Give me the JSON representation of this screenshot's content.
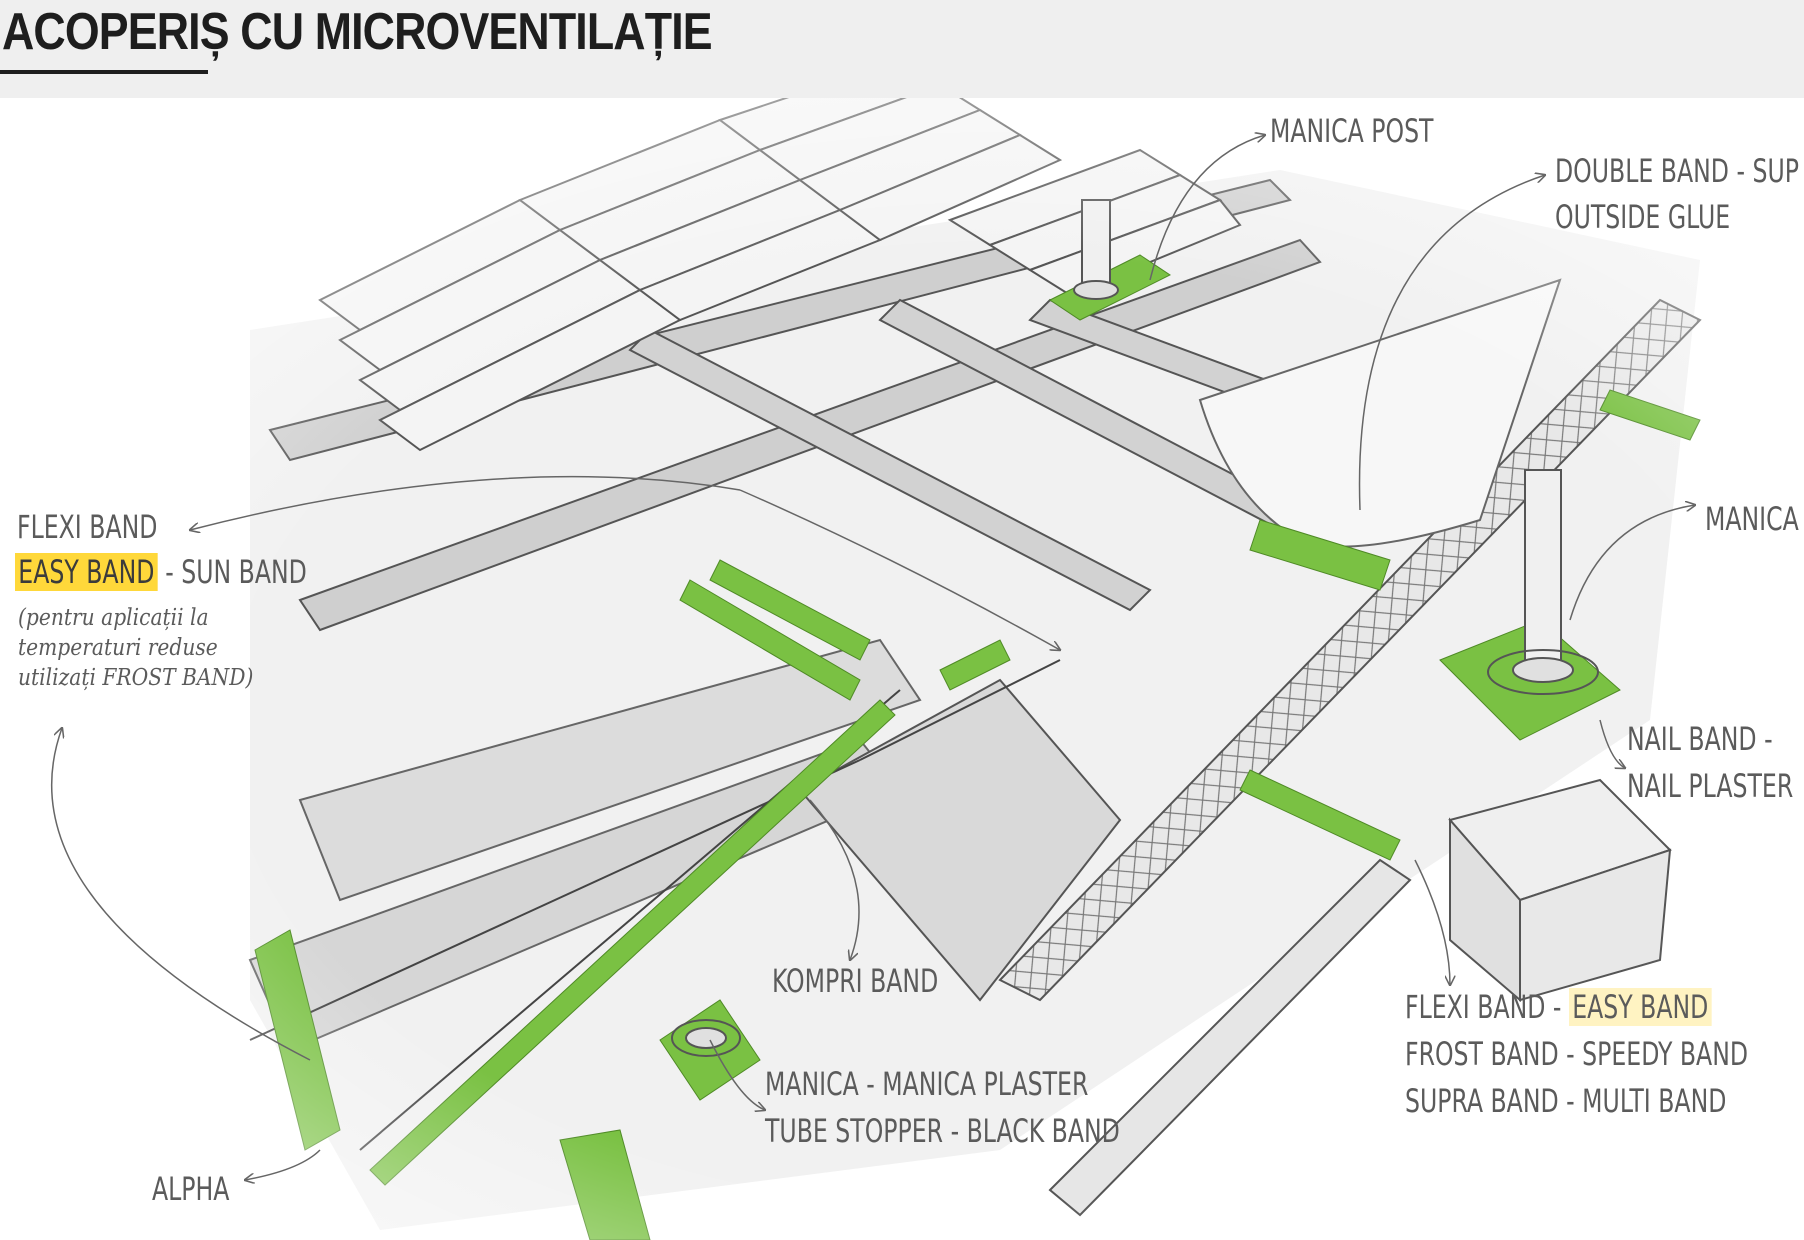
{
  "title": "ACOPERIȘ CU MICROVENTILAȚIE",
  "labels": {
    "manica_post": "MANICA POST",
    "double_band_line1": "DOUBLE BAND - SUP",
    "double_band_line2": "OUTSIDE GLUE",
    "manica_right": "MANICA",
    "nail_band_line1": "NAIL BAND  -",
    "nail_band_line2": "NAIL PLASTER",
    "flexi_band_left": "FLEXI BAND",
    "easy_band_left": "EASY BAND",
    "sun_band": " - SUN BAND",
    "note_line1": "(pentru aplicații la",
    "note_line2": "temperaturi reduse",
    "note_line3": "utilizați FROST BAND)",
    "kompri_band": "KOMPRI BAND",
    "manica_plaster": "MANICA - MANICA PLASTER",
    "tube_stopper": "TUBE STOPPER - BLACK BAND",
    "alpha": "ALPHA",
    "flexi_band_right": "FLEXI BAND - ",
    "easy_band_right": "EASY BAND",
    "frost_band": "FROST BAND - SPEEDY BAND",
    "supra_band": "SUPRA BAND - MULTI BAND"
  },
  "colors": {
    "tape_green": "#7ac143",
    "highlight_yellow": "#ffd83a",
    "highlight_cream": "#fff3c2",
    "ink": "#5b5b5b"
  }
}
